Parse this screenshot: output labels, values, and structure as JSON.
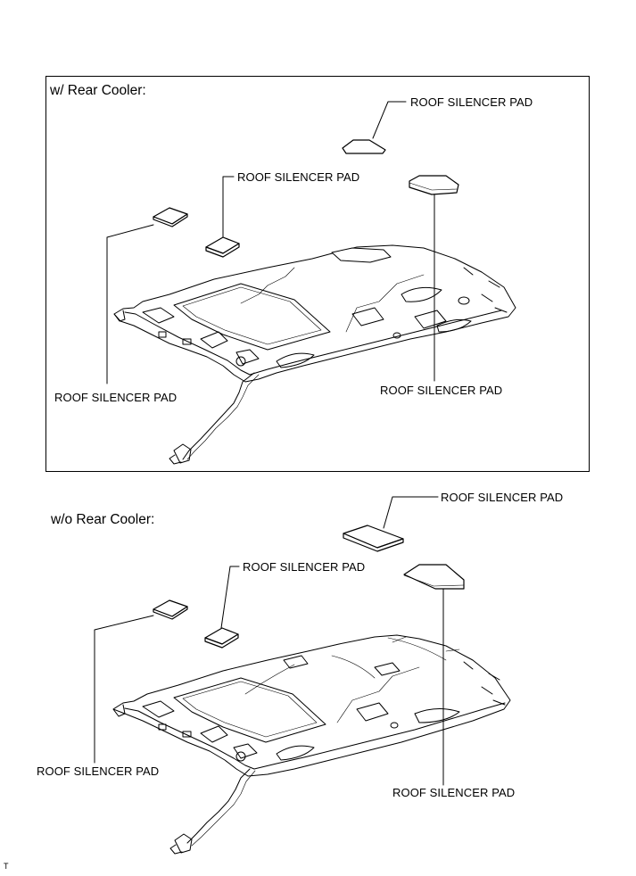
{
  "sections": [
    {
      "header": "w/ Rear Cooler:",
      "labels": [
        "ROOF SILENCER PAD",
        "ROOF SILENCER PAD",
        "ROOF SILENCER PAD",
        "ROOF SILENCER PAD"
      ]
    },
    {
      "header": "w/o Rear Cooler:",
      "labels": [
        "ROOF SILENCER PAD",
        "ROOF SILENCER PAD",
        "ROOF SILENCER PAD",
        "ROOF SILENCER PAD"
      ]
    }
  ],
  "corner_mark": "T"
}
